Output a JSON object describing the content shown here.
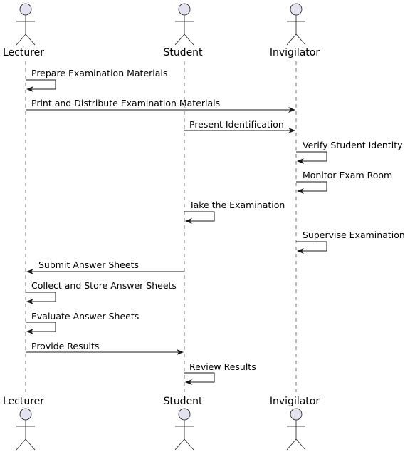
{
  "colors": {
    "actor_fill": "#E2E2F0",
    "line": "#181818"
  },
  "participants": [
    {
      "id": "lecturer",
      "name": "Lecturer"
    },
    {
      "id": "student",
      "name": "Student"
    },
    {
      "id": "invigilator",
      "name": "Invigilator"
    }
  ],
  "messages": [
    {
      "from": "lecturer",
      "to": "lecturer",
      "label": "Prepare Examination Materials"
    },
    {
      "from": "lecturer",
      "to": "invigilator",
      "label": "Print and Distribute Examination Materials"
    },
    {
      "from": "student",
      "to": "invigilator",
      "label": "Present Identification"
    },
    {
      "from": "invigilator",
      "to": "invigilator",
      "label": "Verify Student Identity"
    },
    {
      "from": "invigilator",
      "to": "invigilator",
      "label": "Monitor Exam Room"
    },
    {
      "from": "student",
      "to": "student",
      "label": "Take the Examination"
    },
    {
      "from": "invigilator",
      "to": "invigilator",
      "label": "Supervise Examination"
    },
    {
      "from": "student",
      "to": "lecturer",
      "label": "Submit Answer Sheets"
    },
    {
      "from": "lecturer",
      "to": "lecturer",
      "label": "Collect and Store Answer Sheets"
    },
    {
      "from": "lecturer",
      "to": "lecturer",
      "label": "Evaluate Answer Sheets"
    },
    {
      "from": "lecturer",
      "to": "student",
      "label": "Provide Results"
    },
    {
      "from": "student",
      "to": "student",
      "label": "Review Results"
    }
  ]
}
